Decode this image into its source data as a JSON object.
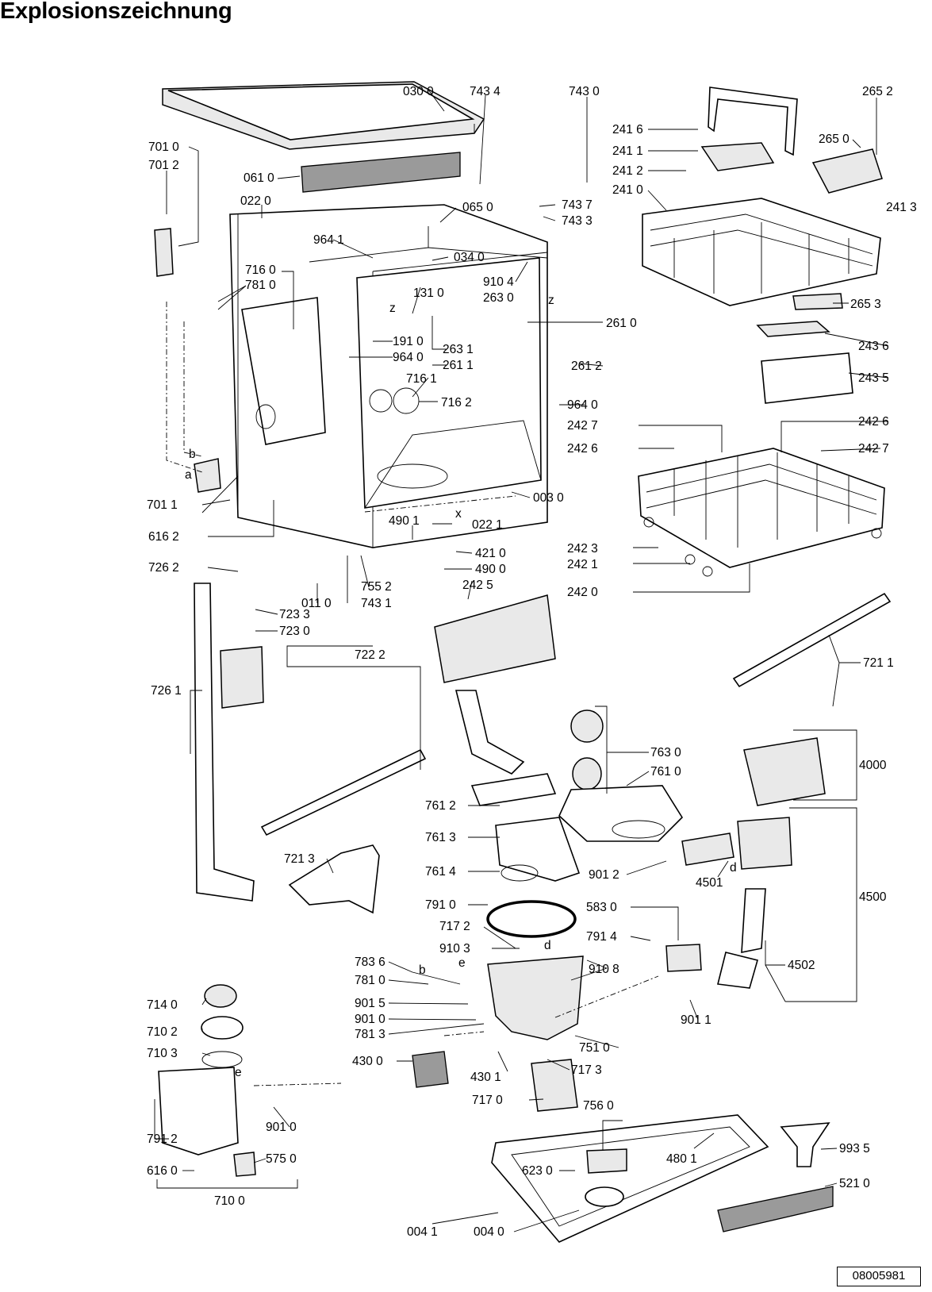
{
  "title": "Explosionszeichnung",
  "document_number": "08005981",
  "callouts": {
    "c0300": "030 0",
    "c7434": "743 4",
    "c7430": "743 0",
    "c2652": "265 2",
    "c2416": "241 6",
    "c2411": "241 1",
    "c2650": "265 0",
    "c2412": "241 2",
    "c2410": "241 0",
    "c2413": "241 3",
    "c7010": "701 0",
    "c7012": "701 2",
    "c0610": "061 0",
    "c0220": "022 0",
    "c0650": "065 0",
    "c7437": "743 7",
    "c7433": "743 3",
    "c9641": "964 1",
    "c0340": "034 0",
    "c7160": "716 0",
    "c7810": "781 0",
    "c9104": "910 4",
    "c1310": "131 0",
    "c2630": "263 0",
    "c2653": "265 3",
    "c2610": "261 0",
    "c2436": "243 6",
    "c1910": "191 0",
    "c9640a": "964 0",
    "c2631": "263 1",
    "c2611": "261 1",
    "c2612": "261 2",
    "c7161": "716 1",
    "c7162": "716 2",
    "c2435": "243 5",
    "c9640b": "964 0",
    "c2427a": "242 7",
    "c2426a": "242 6",
    "c2426b": "242 6",
    "c2427b": "242 7",
    "c7011": "701 1",
    "c0030": "003 0",
    "c6162": "616 2",
    "c4901": "490 1",
    "c0221": "022 1",
    "c4210": "421 0",
    "c2423": "242 3",
    "c4900": "490 0",
    "c2421": "242 1",
    "c7262": "726 2",
    "c7552": "755 2",
    "c2425": "242 5",
    "c2420": "242 0",
    "c0110": "011 0",
    "c7431": "743 1",
    "c7233": "723 3",
    "c7230": "723 0",
    "c7222": "722 2",
    "c7211": "721 1",
    "c7261": "726 1",
    "c7630": "763 0",
    "c7610": "761 0",
    "c4000": "4000",
    "c7612": "761 2",
    "c7613": "761 3",
    "c7213": "721 3",
    "c9012": "901 2",
    "c4501": "4501",
    "c7614": "761 4",
    "c4500": "4500",
    "c7910": "791 0",
    "c5830": "583 0",
    "c7172": "717 2",
    "c7914": "791 4",
    "c9103": "910 3",
    "c9108": "910 8",
    "c7836": "783 6",
    "c4502": "4502",
    "c7810b": "781 0",
    "c7140": "714 0",
    "c9015": "901 5",
    "c9010": "901 0",
    "c9011": "901 1",
    "c7102": "710 2",
    "c7813": "781 3",
    "c7510": "751 0",
    "c7103": "710 3",
    "c4300": "430 0",
    "c4301": "430 1",
    "c7173": "717 3",
    "c7170": "717 0",
    "c7560": "756 0",
    "c9010b": "901 0",
    "c7912": "791 2",
    "c4801": "480 1",
    "c9935": "993 5",
    "c6160": "616 0",
    "c5750": "575 0",
    "c6230": "623 0",
    "c7100": "710 0",
    "c5210": "521 0",
    "c0041": "004 1",
    "c0040": "004 0"
  },
  "letter_marks": {
    "b1": "b",
    "a1": "a",
    "z1": "z",
    "z2": "z",
    "x1": "x",
    "b2": "b",
    "e1": "e",
    "d1": "d",
    "d2": "d",
    "e2": "e"
  }
}
